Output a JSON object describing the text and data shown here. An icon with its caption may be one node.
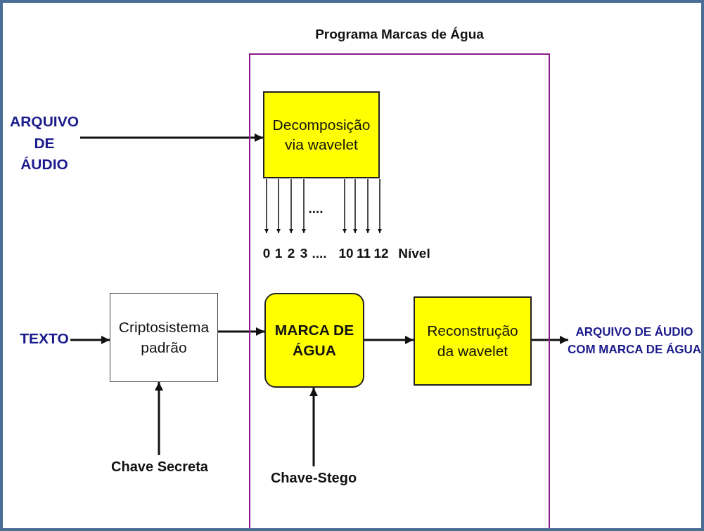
{
  "diagram": {
    "nodes": [
      {
        "text": [
          "Programa Marcas de Água"
        ]
      },
      {
        "text": [
          "ARQUIVO DE ÁUDIO"
        ]
      },
      {
        "text": [
          "Decomposição via wavelet"
        ],
        "in": 0
      },
      {
        "text": [
          "TEXTO"
        ]
      },
      {
        "text": [
          "Criptosistema padrão"
        ]
      },
      {
        "text": [
          "MARCA DE ÁGUA"
        ],
        "in": 0
      },
      {
        "text": [
          "Reconstrução da wavelet"
        ],
        "in": 0
      },
      {
        "text": [
          "ARQUIVO DE ÁUDIO COM MARCA DE ÁGUA"
        ]
      },
      {
        "text": [
          "Chave Secreta"
        ]
      },
      {
        "text": [
          "Chave-Stego"
        ],
        "in": 0
      }
    ],
    "edges": [
      {
        "from": 1,
        "to": 2,
        "arrow": "to"
      },
      {
        "from": 2,
        "to": null,
        "arrow": "to"
      },
      {
        "from": 2,
        "to": null,
        "arrow": "to"
      },
      {
        "from": 2,
        "to": null,
        "arrow": "to"
      },
      {
        "from": 2,
        "to": null,
        "arrow": "to"
      },
      {
        "from": 2,
        "to": null,
        "arrow": "to"
      },
      {
        "from": 2,
        "to": null,
        "arrow": "to"
      },
      {
        "from": 2,
        "to": null,
        "arrow": "to"
      },
      {
        "from": 2,
        "to": null,
        "arrow": "to"
      },
      {
        "from": 3,
        "to": 4,
        "arrow": "to"
      },
      {
        "from": 4,
        "to": 5,
        "arrow": "to"
      },
      {
        "from": 5,
        "to": 6,
        "arrow": "to"
      },
      {
        "from": 6,
        "to": 7,
        "arrow": "to"
      },
      {
        "from": 8,
        "to": 4,
        "arrow": "to"
      },
      {
        "from": 9,
        "to": 5,
        "arrow": "to"
      }
    ],
    "labels": [
      "....",
      "0",
      "1",
      "2",
      "3",
      "....",
      "10",
      "11",
      "12",
      "Nível"
    ]
  }
}
